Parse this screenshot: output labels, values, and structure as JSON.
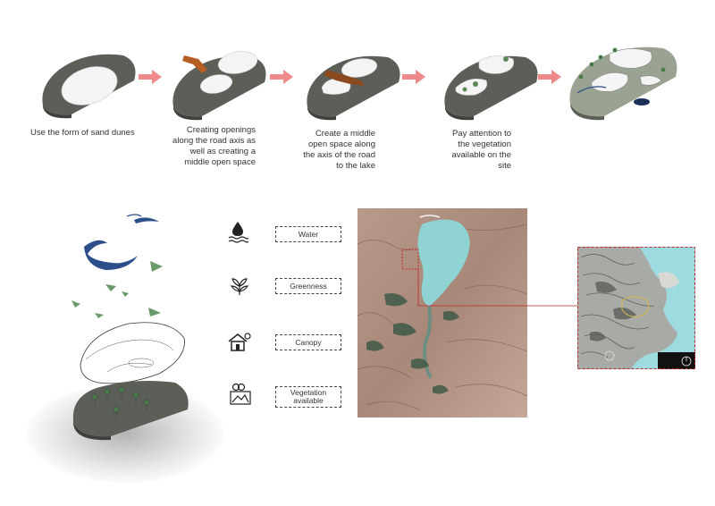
{
  "steps": [
    {
      "caption": "Use the form of sand dunes"
    },
    {
      "caption_lines": [
        "Creating openings",
        "along the road axis as",
        "well as creating a",
        "middle open space"
      ]
    },
    {
      "caption_lines": [
        "Create a middle",
        "open space along",
        "the axis of the road",
        "to the lake"
      ]
    },
    {
      "caption_lines": [
        "Pay attention to",
        "the vegetation",
        "available on the",
        "site"
      ]
    }
  ],
  "legend": [
    {
      "label": "Water",
      "icon": "water-drop-icon"
    },
    {
      "label": "Greenness",
      "icon": "leaves-icon"
    },
    {
      "label": "Canopy",
      "icon": "house-canopy-icon"
    },
    {
      "label_lines": [
        "Vegetation",
        "available"
      ],
      "icon": "landscape-icon"
    }
  ],
  "colors": {
    "platform": "#5c5f58",
    "arrow": "#f08a8a",
    "road": "#b55d22",
    "vegetation": "#5a8a5a",
    "water": "#8fd3d3",
    "highlight": "#c0272d"
  }
}
